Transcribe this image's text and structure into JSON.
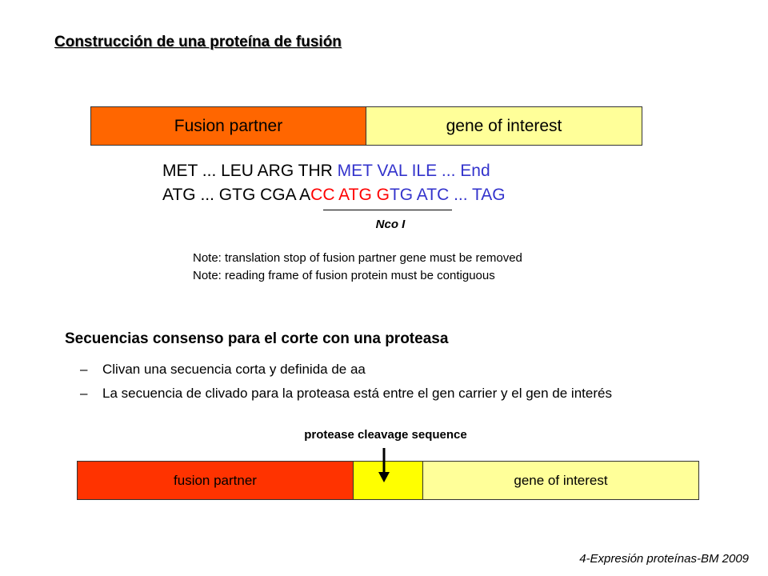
{
  "title": "Construcción de una proteína de fusión",
  "diagram1": {
    "fusion_partner": "Fusion partner",
    "gene_of_interest": "gene of interest",
    "aa_seq": {
      "black": "MET ... LEU ARG THR ",
      "blue": "MET VAL ILE ... End"
    },
    "nt_seq": {
      "black1": "ATG ... GTG CGA A",
      "red1": "CC ATG G",
      "blue1": "TG ATC ... TAG"
    },
    "site_label": "Nco I",
    "notes": [
      "Note:  translation stop of fusion partner gene must be removed",
      "Note:  reading frame of fusion protein must be contiguous"
    ]
  },
  "section2": {
    "title": "Secuencias consenso para el corte con una proteasa",
    "bullet_marker": "–",
    "bullets": [
      "Clivan una secuencia corta y definida de aa",
      "La secuencia de clivado para la proteasa está entre el gen carrier y el gen de interés"
    ]
  },
  "diagram2": {
    "cleavage_label": "protease cleavage sequence",
    "fusion_partner": "fusion partner",
    "gene_of_interest": "gene of interest"
  },
  "footer": "4-Expresión proteínas-BM 2009",
  "colors": {
    "fusion_partner_1": "#ff6600",
    "fusion_partner_2": "#ff3300",
    "gene_of_interest": "#ffff99",
    "cleavage_site": "#ffff00",
    "aa_highlight": "#3333cc",
    "site_highlight": "#ff0000"
  }
}
